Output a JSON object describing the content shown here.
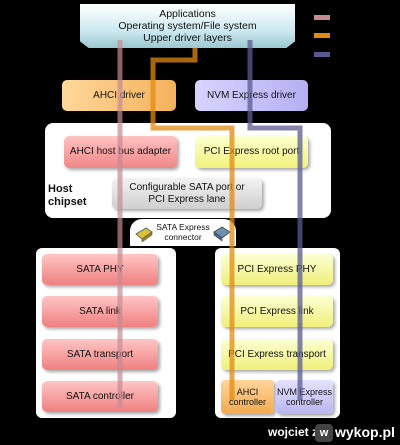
{
  "apps": {
    "line1": "Applications",
    "line2": "Operating system/File system",
    "line3": "Upper driver layers"
  },
  "drivers": {
    "ahci": "AHCI driver",
    "nvm": "NVM Express driver"
  },
  "chipset": {
    "label_line1": "Host",
    "label_line2": "chipset",
    "ahci_hba": "AHCI host bus adapter",
    "pcie_root": "PCI Express root port",
    "config_line1": "Configurable SATA port or",
    "config_line2": "PCI Express lane"
  },
  "connector": {
    "line1": "SATA Express",
    "line2": "connector"
  },
  "sata_stack": [
    "SATA PHY",
    "SATA link",
    "SATA  transport",
    "SATA  controller"
  ],
  "pcie_stack": [
    "PCI Express PHY",
    "PCI Express link",
    "PCI Express  transport"
  ],
  "controllers": {
    "ahci_line1": "AHCI",
    "ahci_line2": "controller",
    "nvm_line1": "NVM Express",
    "nvm_line2": "controller"
  },
  "legend_colors": {
    "sata_path": "#c48a91",
    "ahci_path": "#e08a12",
    "nvm_path": "#5a5a90"
  },
  "watermark": {
    "user": "wojciet",
    "separator": "z",
    "logo": "w",
    "site": "wykop.pl"
  }
}
